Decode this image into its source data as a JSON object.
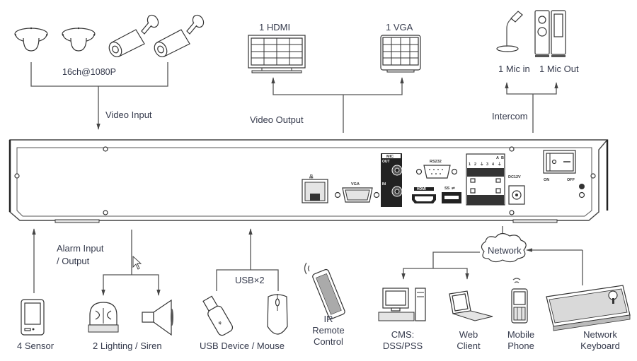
{
  "diagram": {
    "top": {
      "cameras": {
        "label": "16ch@1080P",
        "group_label": "Video Input",
        "count_icons": 4
      },
      "video_output": {
        "group_label": "Video Output",
        "monitors": [
          {
            "label": "1 HDMI"
          },
          {
            "label": "1 VGA"
          }
        ]
      },
      "intercom": {
        "group_label": "Intercom",
        "devices": [
          {
            "label": "1 Mic in"
          },
          {
            "label": "1 Mic Out"
          }
        ]
      }
    },
    "rear_panel": {
      "ports": {
        "vga": "VGA",
        "mic": "MIC",
        "mic_out": "OUT",
        "mic_in": "IN",
        "rs232": "RS232",
        "hdmi": "HDMI",
        "usb": "SS",
        "alarm_pins": [
          "1",
          "2",
          "⏚",
          "3",
          "4",
          "⏚"
        ],
        "rs485": [
          "A",
          "B"
        ],
        "power": "DC12V",
        "switch_on": "ON",
        "switch_off": "OFF"
      }
    },
    "bottom": {
      "sensor": {
        "label": "4 Sensor"
      },
      "alarm": {
        "group_label_1": "Alarm Input",
        "group_label_2": "/ Output",
        "output_label": "2 Lighting / Siren"
      },
      "usb": {
        "group_label": "USB×2",
        "devices_label": "USB Device / Mouse"
      },
      "ir": {
        "label_1": "IR",
        "label_2": "Remote",
        "label_3": "Control"
      },
      "network": {
        "cloud_label": "Network",
        "clients": [
          {
            "label_1": "CMS:",
            "label_2": "DSS/PSS"
          },
          {
            "label_1": "Web",
            "label_2": "Client"
          },
          {
            "label_1": "Mobile",
            "label_2": "Phone"
          },
          {
            "label_1": "Network",
            "label_2": "Keyboard"
          }
        ]
      }
    }
  }
}
